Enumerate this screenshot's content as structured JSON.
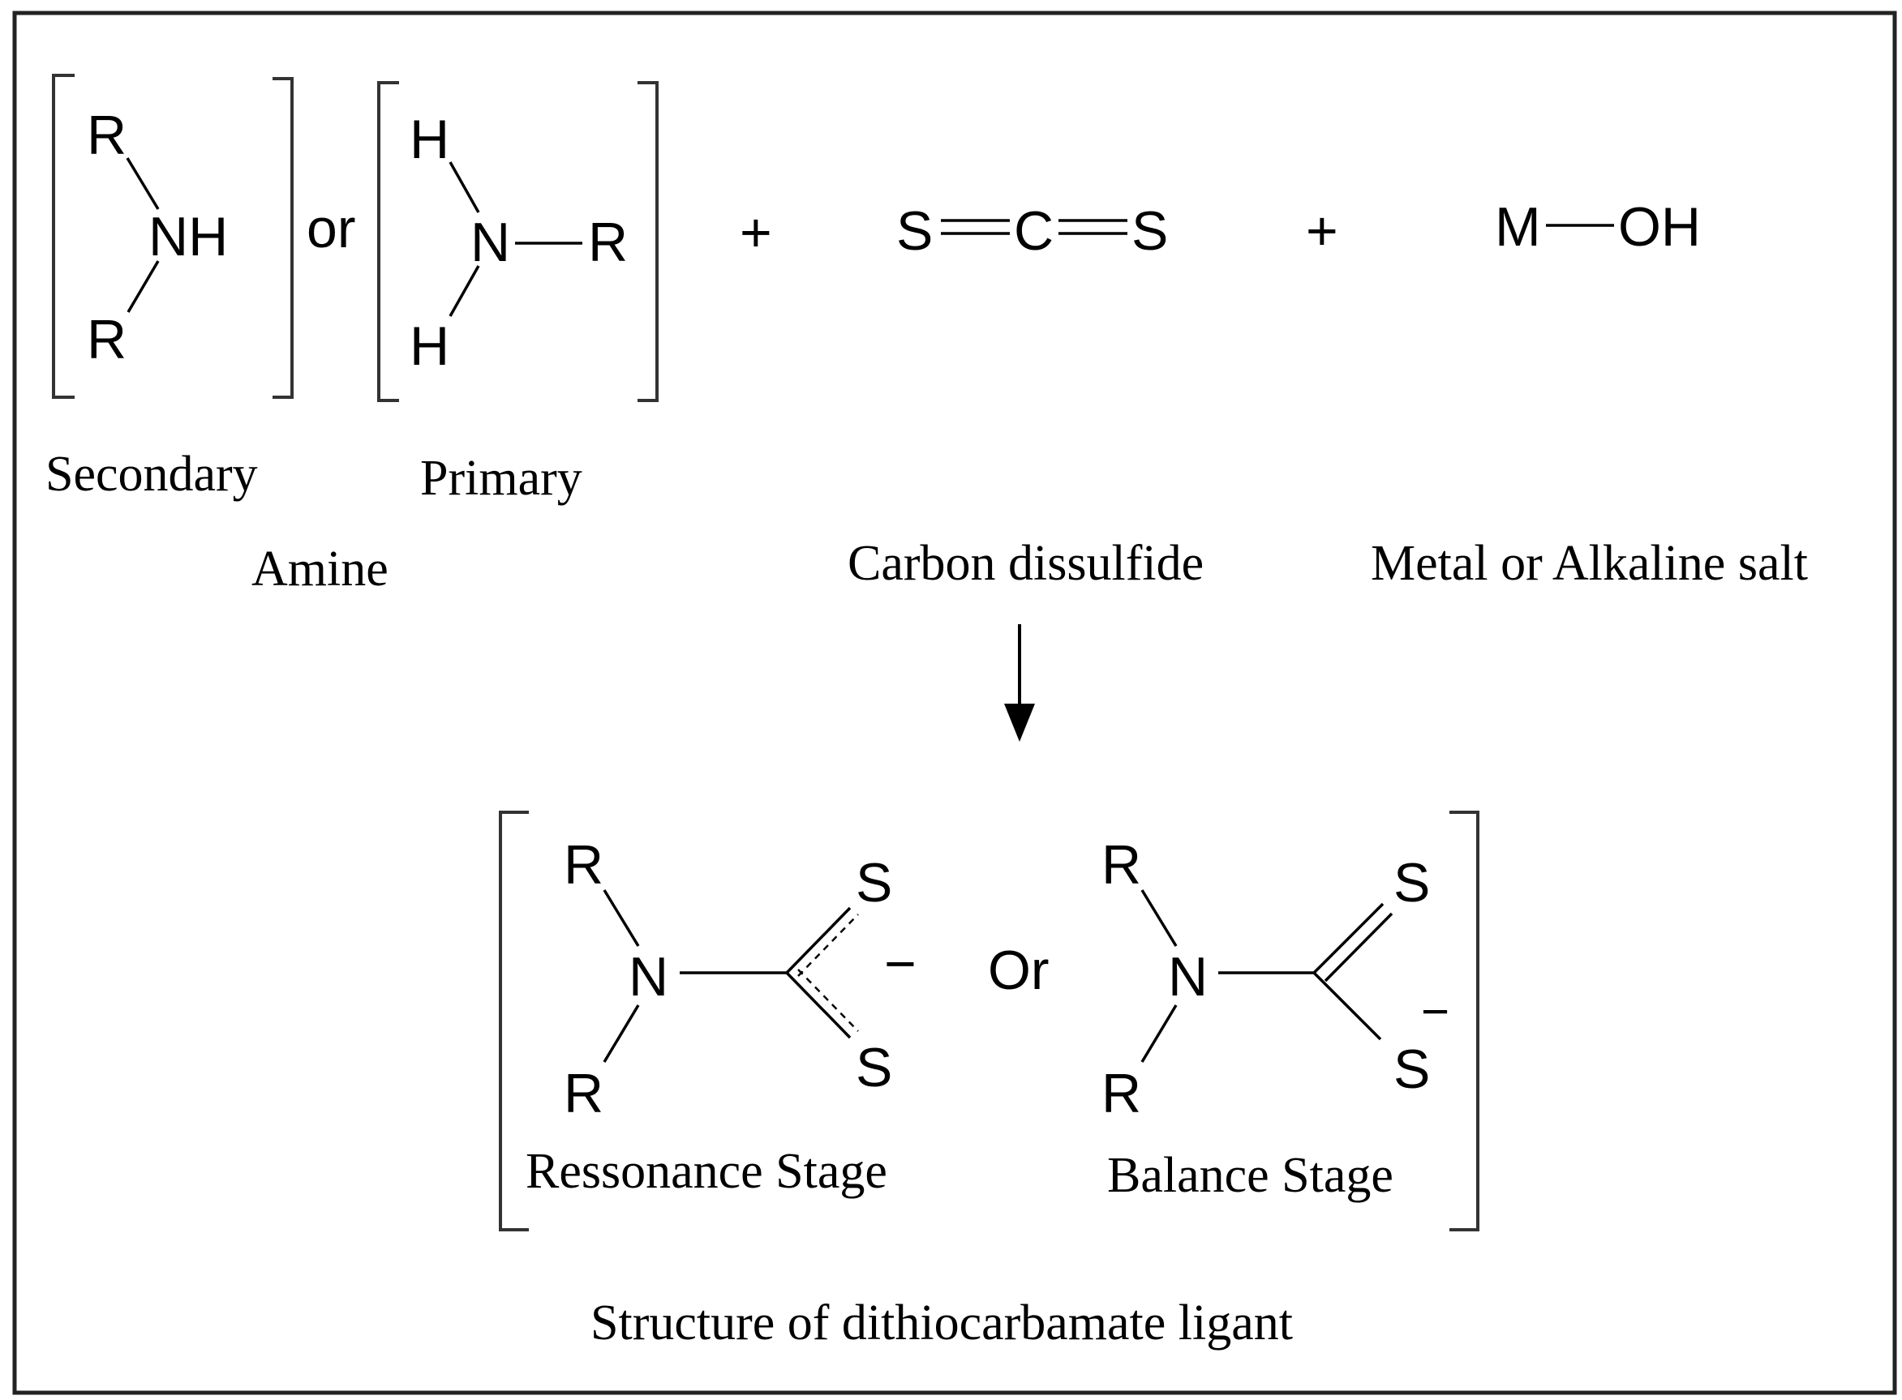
{
  "reactants": {
    "secondary_amine": {
      "atoms": {
        "r_top": "R",
        "nh": "NH",
        "r_bottom": "R"
      },
      "label": "Secondary"
    },
    "or_connector": "or",
    "primary_amine": {
      "atoms": {
        "h_top": "H",
        "n": "N",
        "r": "R",
        "h_bottom": "H"
      },
      "label": "Primary"
    },
    "amine_group_label": "Amine",
    "plus_1": "+",
    "carbon_disulfide": {
      "atoms": {
        "s_left": "S",
        "c": "C",
        "s_right": "S"
      },
      "label": "Carbon dissulfide"
    },
    "plus_2": "+",
    "metal_hydroxide": {
      "atoms": {
        "m": "M",
        "oh": "OH"
      },
      "label": "Metal or Alkaline salt"
    }
  },
  "products": {
    "resonance": {
      "atoms": {
        "r_top": "R",
        "n": "N",
        "r_bottom": "R",
        "s_top": "S",
        "s_bottom": "S"
      },
      "charge": "−",
      "label": "Ressonance Stage"
    },
    "or_connector": "Or",
    "balance": {
      "atoms": {
        "r_top": "R",
        "n": "N",
        "r_bottom": "R",
        "s_top": "S",
        "s_bottom": "S"
      },
      "charge": "−",
      "label": "Balance Stage"
    },
    "caption": "Structure of dithiocarbamate ligant"
  }
}
